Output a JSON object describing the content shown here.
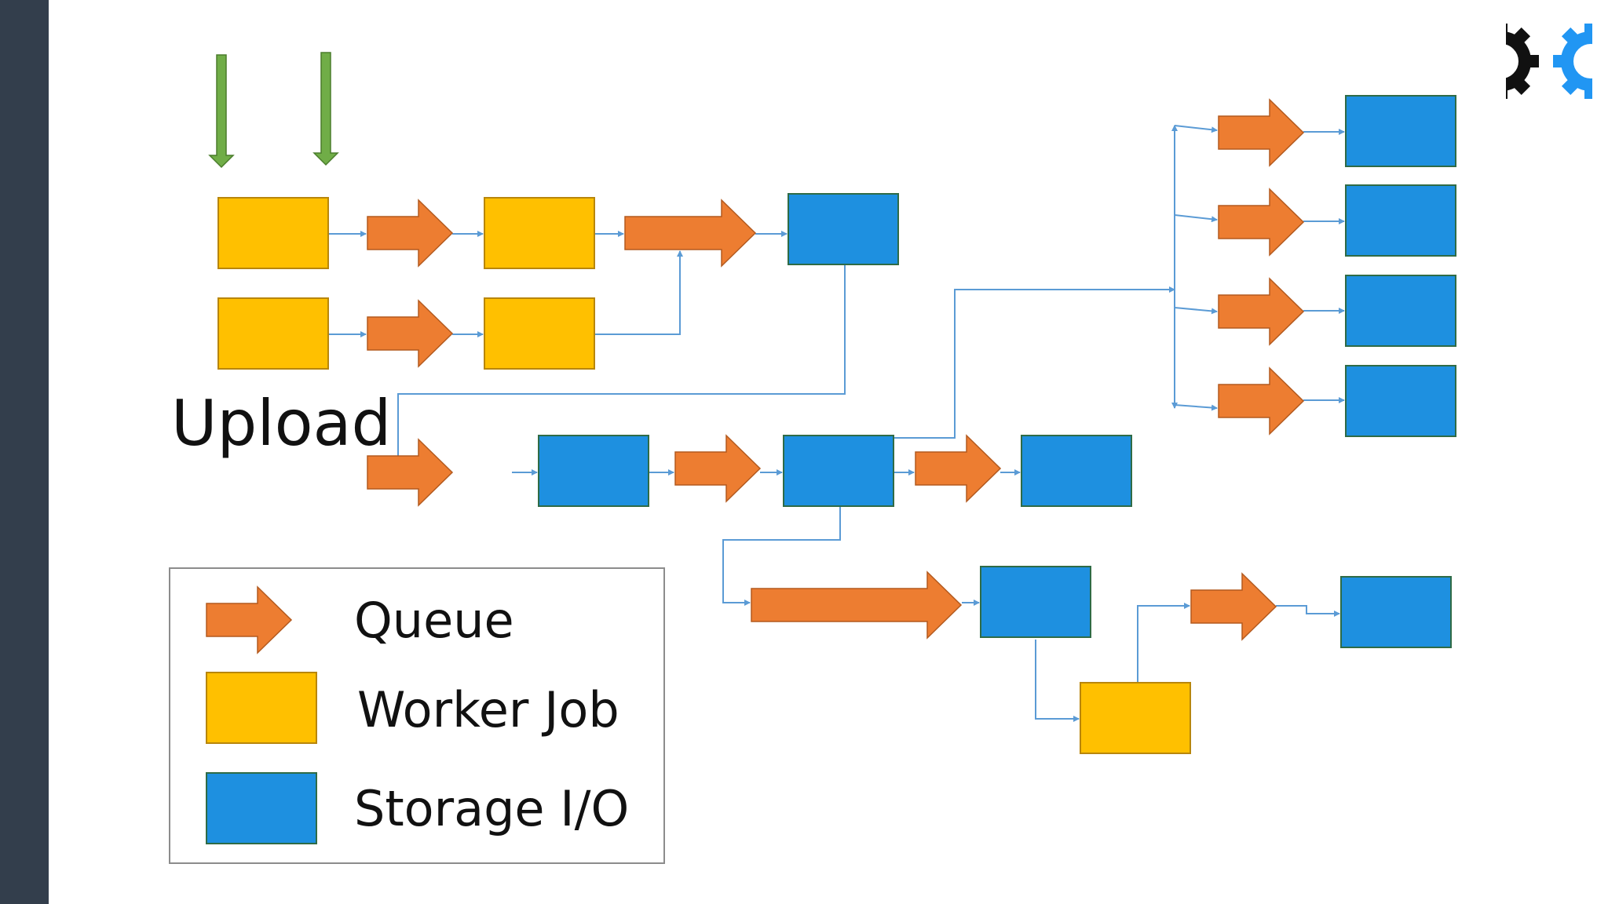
{
  "title": "Upload",
  "legend": {
    "queue_label": "Queue",
    "worker_label": "Worker Job",
    "storage_label": "Storage I/O"
  },
  "colors": {
    "queue": "#ed7d31",
    "queue_stroke": "#b35a1f",
    "worker_job": "#ffc000",
    "worker_stroke": "#b8860b",
    "storage_io": "#1e90e0",
    "storage_stroke": "#2f6b46",
    "input_arrow": "#70ad47",
    "connector": "#5b9bd5",
    "side_bar": "#333e4c"
  },
  "icons": [
    "gear-logo-icon"
  ]
}
